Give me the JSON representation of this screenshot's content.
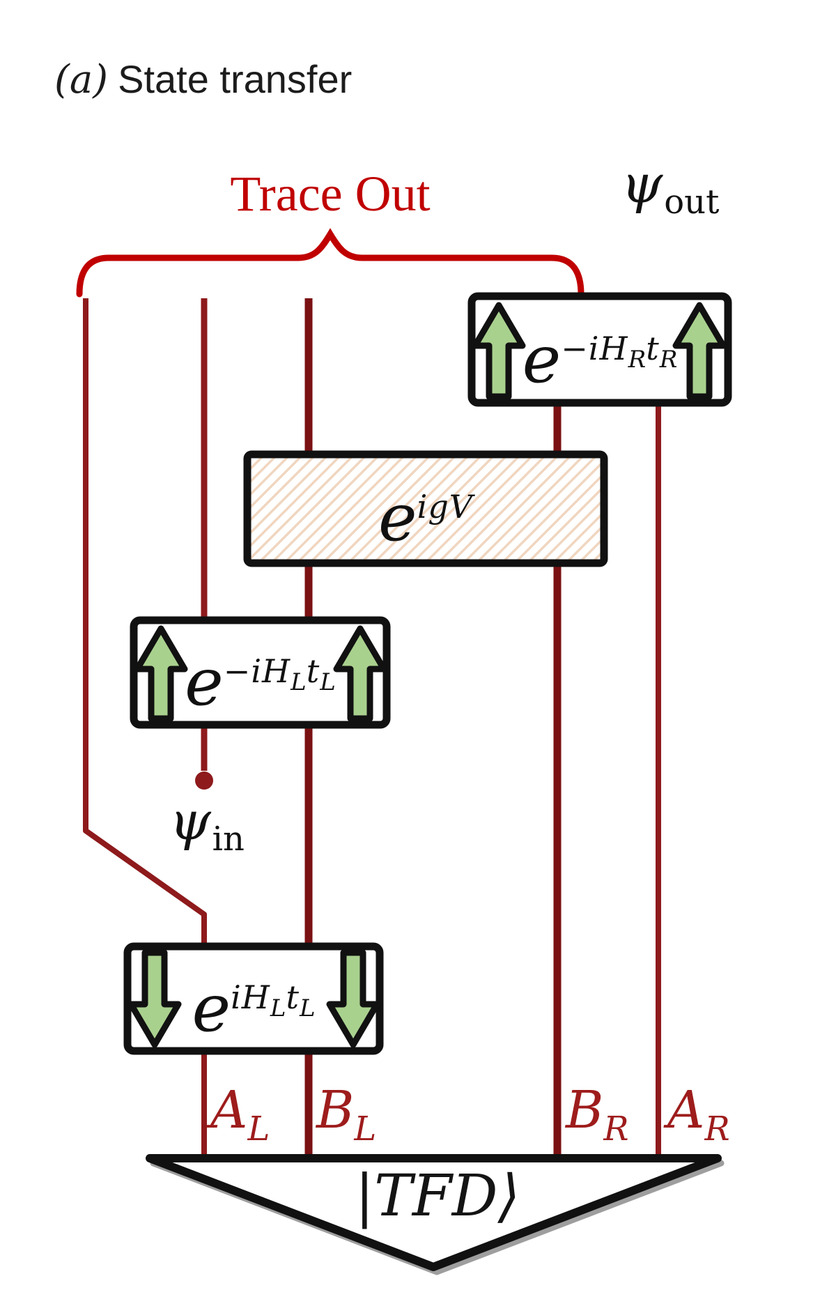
{
  "title": {
    "prefix": "(a)",
    "text": "State transfer"
  },
  "trace_out_label": "Trace Out",
  "psi_out": {
    "base": "ψ",
    "sub": "out"
  },
  "psi_in": {
    "base": "ψ",
    "sub": "in"
  },
  "gates": {
    "right_forward": {
      "base": "e",
      "exp": [
        {
          "t": "−iH",
          "s": "R"
        },
        {
          "t": "t",
          "s": "R"
        }
      ]
    },
    "coupling": {
      "base": "e",
      "exp": [
        {
          "t": "igV",
          "s": ""
        }
      ]
    },
    "left_forward": {
      "base": "e",
      "exp": [
        {
          "t": "−iH",
          "s": "L"
        },
        {
          "t": "t",
          "s": "L"
        }
      ]
    },
    "left_backward": {
      "base": "e",
      "exp": [
        {
          "t": "iH",
          "s": "L"
        },
        {
          "t": "t",
          "s": "L"
        }
      ]
    }
  },
  "wires": [
    {
      "id": "trace-left"
    },
    {
      "id": "A_L",
      "label": {
        "base": "A",
        "sub": "L"
      }
    },
    {
      "id": "B_L",
      "label": {
        "base": "B",
        "sub": "L"
      }
    },
    {
      "id": "B_R",
      "label": {
        "base": "B",
        "sub": "R"
      }
    },
    {
      "id": "A_R",
      "label": {
        "base": "A",
        "sub": "R"
      }
    }
  ],
  "tfd_label": "|TFD⟩",
  "colors": {
    "wire_thick": "#7a1113",
    "wire_thin": "#8e1a1c",
    "accent_red": "#c00000",
    "label_red": "#9e1c1c",
    "arrow_green": "#a9d18e",
    "hatch_stripe": "#f0d6c0",
    "ink": "#111111"
  }
}
